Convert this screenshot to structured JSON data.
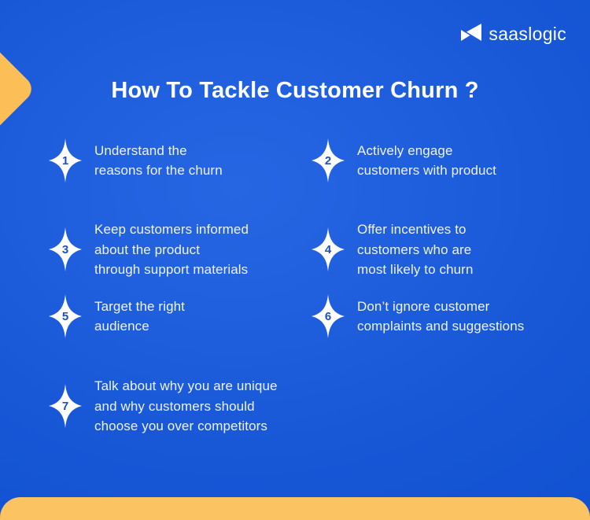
{
  "logo": {
    "name": "saaslogic",
    "icon": "saaslogic-mark-icon"
  },
  "title": "How To Tackle Customer Churn ?",
  "items": [
    {
      "number": "1",
      "lines": [
        "Understand the",
        "reasons for the churn"
      ]
    },
    {
      "number": "2",
      "lines": [
        "Actively engage",
        "customers with product"
      ]
    },
    {
      "number": "3",
      "lines": [
        "Keep customers informed",
        "about the product",
        "through support materials"
      ]
    },
    {
      "number": "4",
      "lines": [
        "Offer incentives to",
        "customers who are",
        "most likely to churn"
      ]
    },
    {
      "number": "5",
      "lines": [
        "Target the right",
        "audience"
      ]
    },
    {
      "number": "6",
      "lines": [
        "Don’t ignore customer",
        "complaints and suggestions"
      ]
    },
    {
      "number": "7",
      "lines": [
        "Talk about why you are unique",
        "and why customers should",
        "choose you over competitors"
      ]
    }
  ],
  "colors": {
    "background_center": "#2766e3",
    "background_edge": "#0d4ecf",
    "accent_yellow": "#fcc362",
    "diamond_yellow": "#fcbf58",
    "text_white": "#eef3fc",
    "number_blue": "#1d51b9"
  }
}
